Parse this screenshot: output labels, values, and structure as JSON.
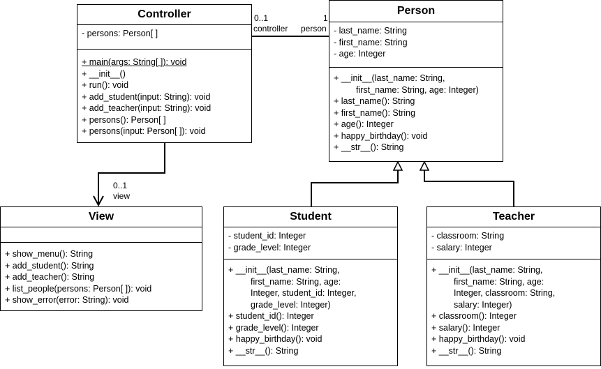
{
  "controller": {
    "name": "Controller",
    "attributes": [
      "- persons: Person[ ]"
    ],
    "operations": [
      {
        "text": "+ main(args: String[ ]): void",
        "static": true
      },
      {
        "text": "+ __init__()"
      },
      {
        "text": "+ run(): void"
      },
      {
        "text": "+ add_student(input: String): void"
      },
      {
        "text": "+ add_teacher(input: String): void"
      },
      {
        "text": "+ persons(): Person[ ]"
      },
      {
        "text": "+ persons(input: Person[ ]): void"
      }
    ]
  },
  "person": {
    "name": "Person",
    "attributes": [
      "- last_name: String",
      "- first_name: String",
      "- age: Integer"
    ],
    "operations": [
      {
        "text": "+ __init__(last_name: String,"
      },
      {
        "text": "first_name: String, age: Integer)",
        "cont": true
      },
      {
        "text": "+ last_name(): String"
      },
      {
        "text": "+ first_name(): String"
      },
      {
        "text": "+ age(): Integer"
      },
      {
        "text": "+ happy_birthday(): void"
      },
      {
        "text": "+ __str__(): String"
      }
    ]
  },
  "view": {
    "name": "View",
    "attributes": [],
    "operations": [
      {
        "text": "+ show_menu(): String"
      },
      {
        "text": "+ add_student(): String"
      },
      {
        "text": "+ add_teacher(): String"
      },
      {
        "text": "+ list_people(persons: Person[ ]): void"
      },
      {
        "text": "+ show_error(error: String): void"
      }
    ]
  },
  "student": {
    "name": "Student",
    "attributes": [
      "- student_id: Integer",
      "- grade_level: Integer"
    ],
    "operations": [
      {
        "text": "+ __init__(last_name: String,"
      },
      {
        "text": "first_name: String, age:",
        "cont": true
      },
      {
        "text": "Integer, student_id: Integer,",
        "cont": true
      },
      {
        "text": "grade_level: Integer)",
        "cont": true
      },
      {
        "text": "+ student_id(): Integer"
      },
      {
        "text": "+ grade_level(): Integer"
      },
      {
        "text": "+ happy_birthday(): void"
      },
      {
        "text": "+ __str__(): String"
      }
    ]
  },
  "teacher": {
    "name": "Teacher",
    "attributes": [
      "- classroom: String",
      "- salary: Integer"
    ],
    "operations": [
      {
        "text": "+ __init__(last_name: String,"
      },
      {
        "text": "first_name: String, age:",
        "cont": true
      },
      {
        "text": "Integer, classroom: String,",
        "cont": true
      },
      {
        "text": "salary: Integer)",
        "cont": true
      },
      {
        "text": "+ classroom(): Integer"
      },
      {
        "text": "+ salary(): Integer"
      },
      {
        "text": "+ happy_birthday(): void"
      },
      {
        "text": "+ __str__(): String"
      }
    ]
  },
  "associations": {
    "controller_person": {
      "controller_multiplicity": "0..1",
      "controller_role": "controller",
      "person_multiplicity": "1",
      "person_role": "person"
    },
    "controller_view": {
      "view_multiplicity": "0..1",
      "view_role": "view"
    }
  }
}
